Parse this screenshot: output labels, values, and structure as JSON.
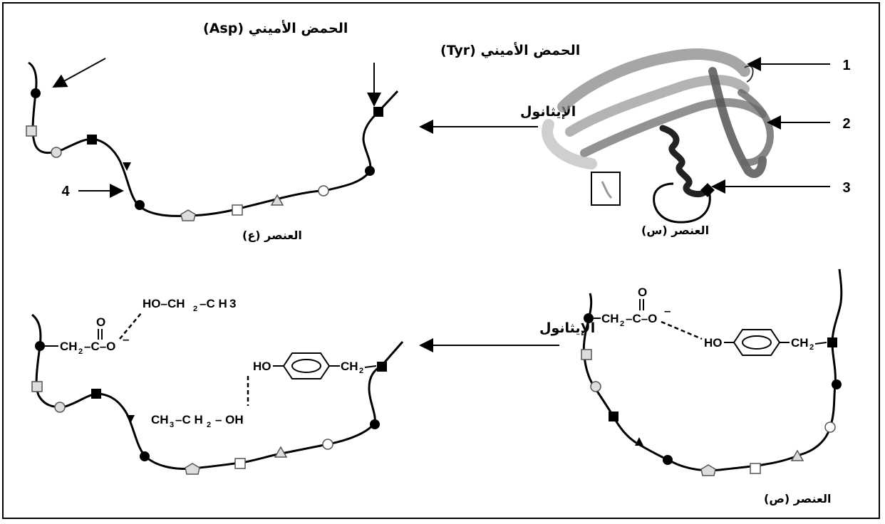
{
  "labels": {
    "asp_amino_acid": "الحمض الأميني (Asp)",
    "tyr_amino_acid": "الحمض الأميني (Tyr)",
    "ethanol_top": "الإيثانول",
    "ethanol_bottom": "الإيثانول",
    "element_ain": "العنصر (ع)",
    "element_sin": "العنصر (س)",
    "element_sad": "العنصر (ص)"
  },
  "numbers": {
    "n1": "1",
    "n2": "2",
    "n3": "3",
    "n4": "4"
  },
  "chem_left": {
    "o_top": "O",
    "ch2c": "CH",
    "ch2_sub": "2",
    "c": "–C–O",
    "minus": "–",
    "ho_ethanol": "HO–CH",
    "ho_ch2_sub": "2",
    "ho_tail": "–C H",
    "ho_ch3_sub": "3",
    "ho_ring": "HO",
    "ring_ch2": "CH",
    "ring_ch2_sub": "2",
    "ch3_lead": "CH",
    "ch3_sub": "3",
    "ch3_tail": "–C H",
    "ch3_tail_sub": "2",
    "oh": "– OH"
  },
  "chem_right": {
    "o_top": "O",
    "ch2": "CH",
    "ch2_sub": "2",
    "c": "–C–O",
    "minus": "–",
    "ho": "HO",
    "ring_ch2": "CH",
    "ring_ch2_sub": "2"
  }
}
